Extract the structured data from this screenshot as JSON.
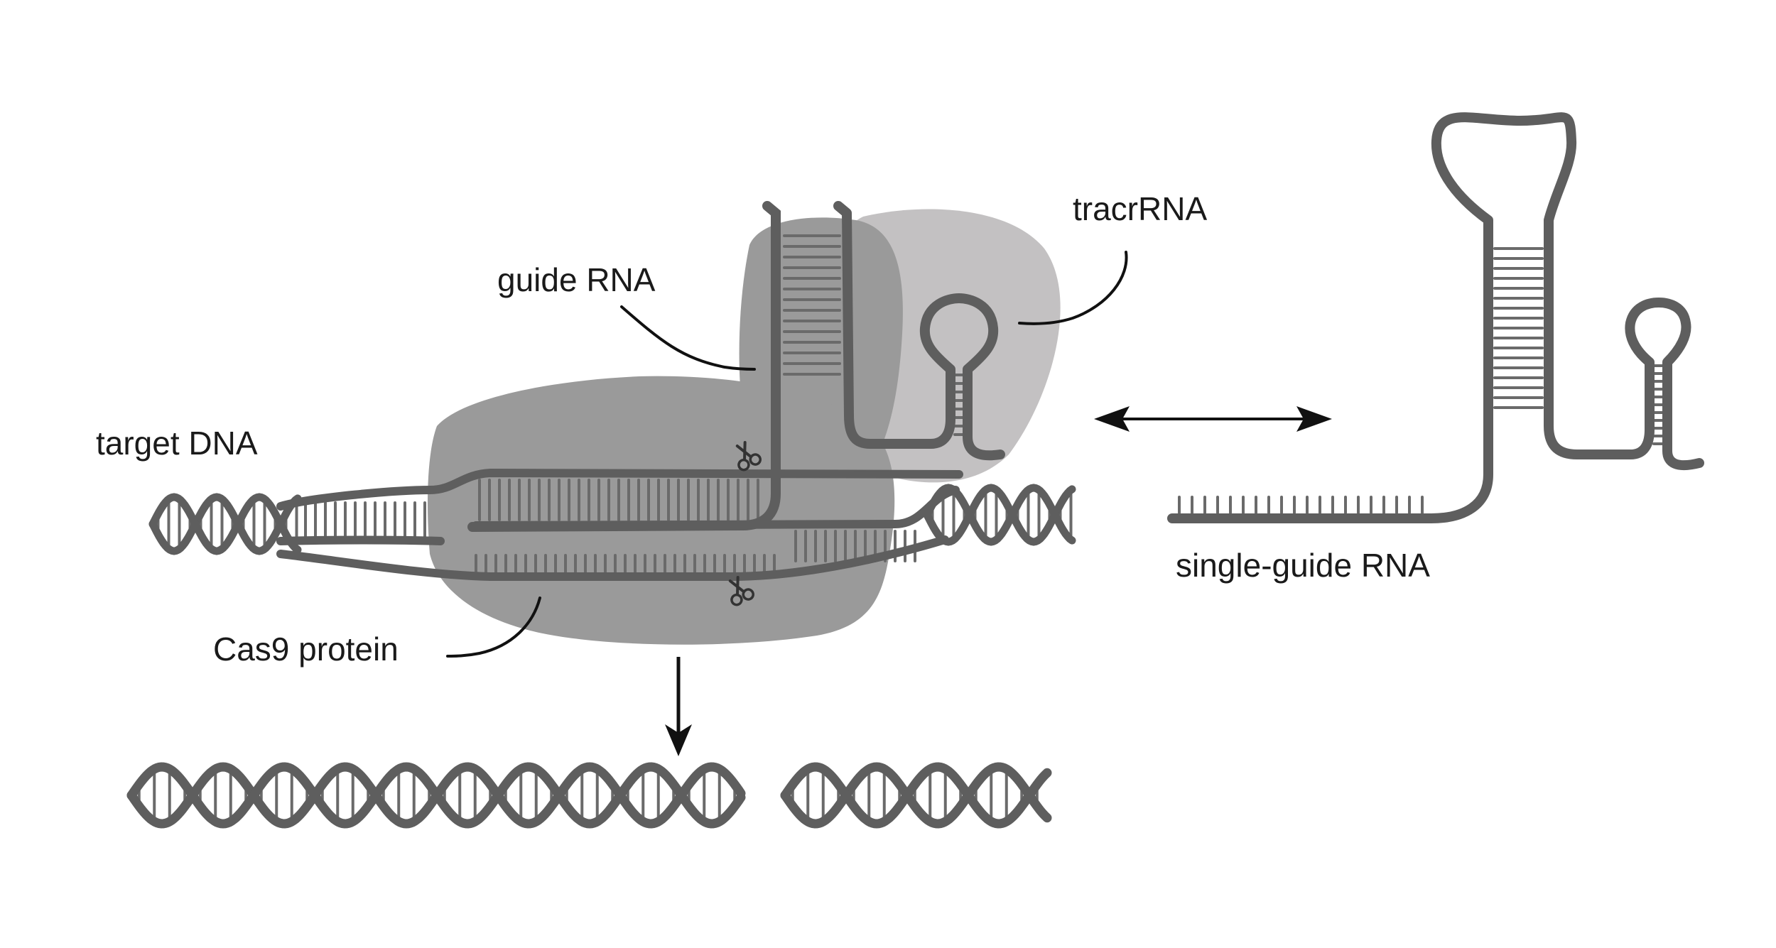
{
  "labels": {
    "tracrrna": "tracrRNA",
    "guide_rna": "guide RNA",
    "target_dna": "target DNA",
    "cas9_protein": "Cas9 protein",
    "single_guide_rna": "single-guide RNA"
  },
  "colors": {
    "background": "#ffffff",
    "strand": "#5e5e5e",
    "rung": "#6a6a6a",
    "cas9_lobe_dark": "#9a9a9a",
    "cas9_lobe_light": "#c3c1c2",
    "text": "#1a1a1a"
  },
  "icons": {
    "cut_site": "scissors-icon",
    "reaction_arrow": "arrow-down-icon",
    "equivalence_arrow": "double-arrow-icon"
  }
}
